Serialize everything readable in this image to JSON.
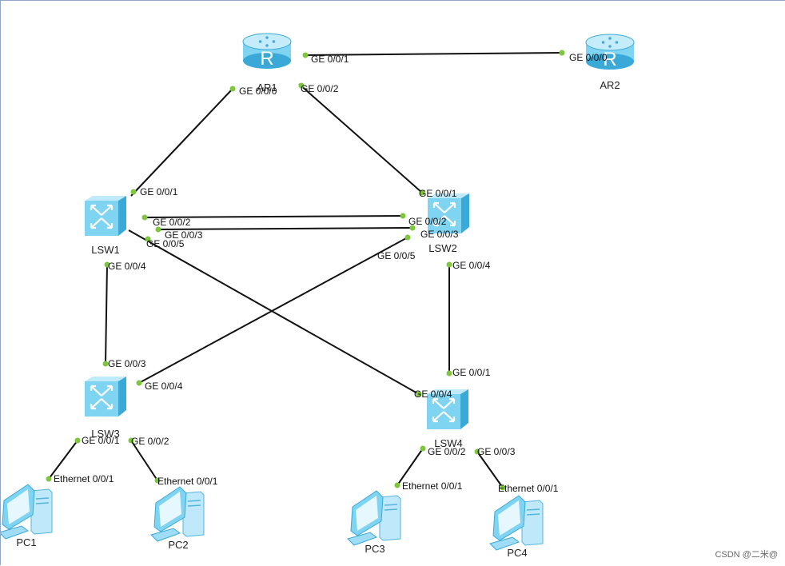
{
  "devices": [
    {
      "id": "AR1",
      "label": "AR1",
      "type": "router"
    },
    {
      "id": "AR2",
      "label": "AR2",
      "type": "router"
    },
    {
      "id": "LSW1",
      "label": "LSW1",
      "type": "switch"
    },
    {
      "id": "LSW2",
      "label": "LSW2",
      "type": "switch"
    },
    {
      "id": "LSW3",
      "label": "LSW3",
      "type": "switch"
    },
    {
      "id": "LSW4",
      "label": "LSW4",
      "type": "switch"
    },
    {
      "id": "PC1",
      "label": "PC1",
      "type": "pc"
    },
    {
      "id": "PC2",
      "label": "PC2",
      "type": "pc"
    },
    {
      "id": "PC3",
      "label": "PC3",
      "type": "pc"
    },
    {
      "id": "PC4",
      "label": "PC4",
      "type": "pc"
    }
  ],
  "links": [
    {
      "a": "AR1",
      "a_port": "GE 0/0/1",
      "b": "AR2",
      "b_port": "GE 0/0/0"
    },
    {
      "a": "AR1",
      "a_port": "GE 0/0/0",
      "b": "LSW1",
      "b_port": "GE 0/0/1"
    },
    {
      "a": "AR1",
      "a_port": "GE 0/0/2",
      "b": "LSW2",
      "b_port": "GE 0/0/1"
    },
    {
      "a": "LSW1",
      "a_port": "GE 0/0/2",
      "b": "LSW2",
      "b_port": "GE 0/0/2"
    },
    {
      "a": "LSW1",
      "a_port": "GE 0/0/3",
      "b": "LSW2",
      "b_port": "GE 0/0/3"
    },
    {
      "a": "LSW1",
      "a_port": "GE 0/0/5",
      "b": "LSW4",
      "b_port": "GE 0/0/4"
    },
    {
      "a": "LSW2",
      "a_port": "GE 0/0/5",
      "b": "LSW3",
      "b_port": "GE 0/0/4"
    },
    {
      "a": "LSW1",
      "a_port": "GE 0/0/4",
      "b": "LSW3",
      "b_port": "GE 0/0/3"
    },
    {
      "a": "LSW2",
      "a_port": "GE 0/0/4",
      "b": "LSW4",
      "b_port": "GE 0/0/1"
    },
    {
      "a": "LSW3",
      "a_port": "GE 0/0/1",
      "b": "PC1",
      "b_port": "Ethernet 0/0/1"
    },
    {
      "a": "LSW3",
      "a_port": "GE 0/0/2",
      "b": "PC2",
      "b_port": "Ethernet 0/0/1"
    },
    {
      "a": "LSW4",
      "a_port": "GE 0/0/2",
      "b": "PC3",
      "b_port": "Ethernet 0/0/1"
    },
    {
      "a": "LSW4",
      "a_port": "GE 0/0/3",
      "b": "PC4",
      "b_port": "Ethernet 0/0/1"
    }
  ],
  "watermark": "CSDN @二米@",
  "colors": {
    "device_body": "#7fd4f2",
    "device_dark": "#3aa9d8",
    "link": "#111111",
    "port_dot": "#7ec63c"
  }
}
